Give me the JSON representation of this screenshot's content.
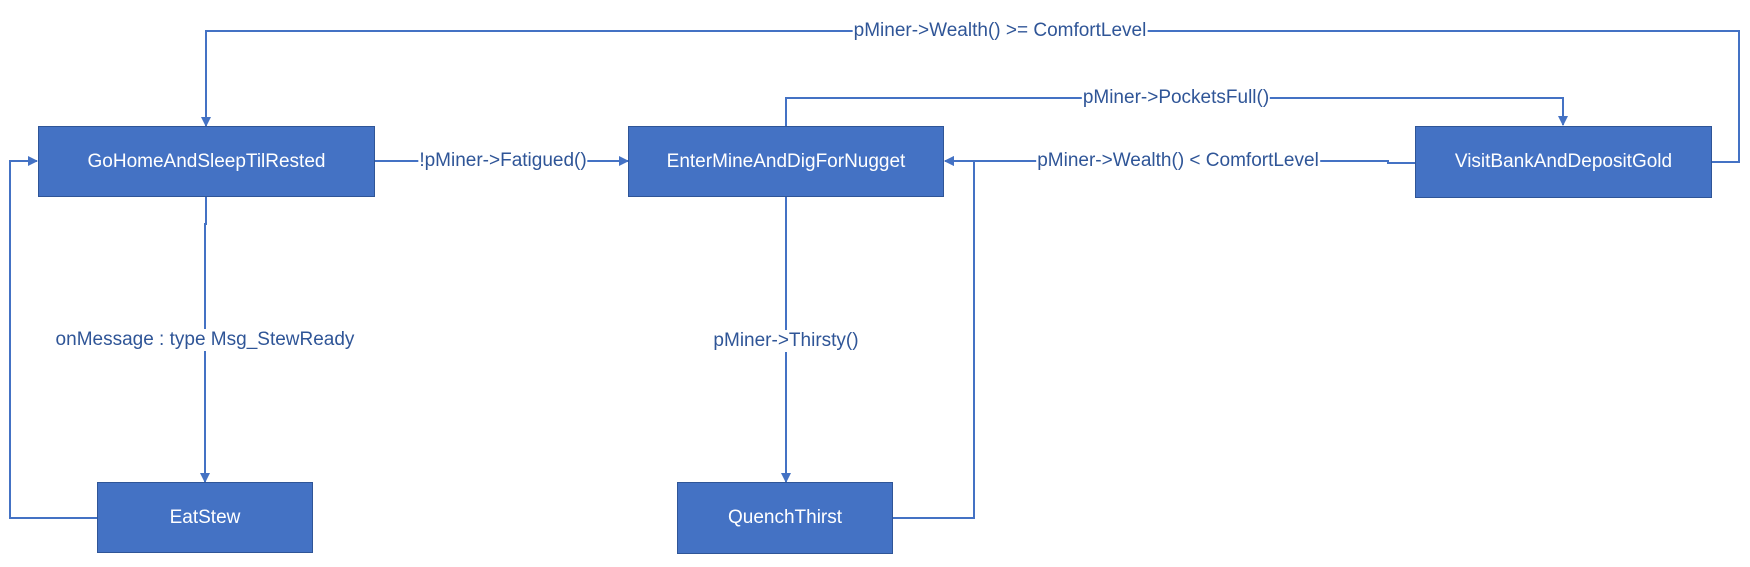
{
  "colors": {
    "box_fill": "#4472c4",
    "box_border": "#2f5597",
    "edge": "#4472c4",
    "label_text": "#2f5597",
    "box_text": "#ffffff"
  },
  "states": {
    "go_home": "GoHomeAndSleepTilRested",
    "enter_mine": "EnterMineAndDigForNugget",
    "visit_bank": "VisitBankAndDepositGold",
    "eat_stew": "EatStew",
    "quench_thirst": "QuenchThirst"
  },
  "transitions": {
    "wealth_ge_comfort": "pMiner->Wealth() >= ComfortLevel",
    "pockets_full": "pMiner->PocketsFull()",
    "not_fatigued": "!pMiner->Fatigued()",
    "wealth_lt_comfort": "pMiner->Wealth() < ComfortLevel",
    "stew_ready": "onMessage : type Msg_StewReady",
    "thirsty": "pMiner->Thirsty()"
  }
}
